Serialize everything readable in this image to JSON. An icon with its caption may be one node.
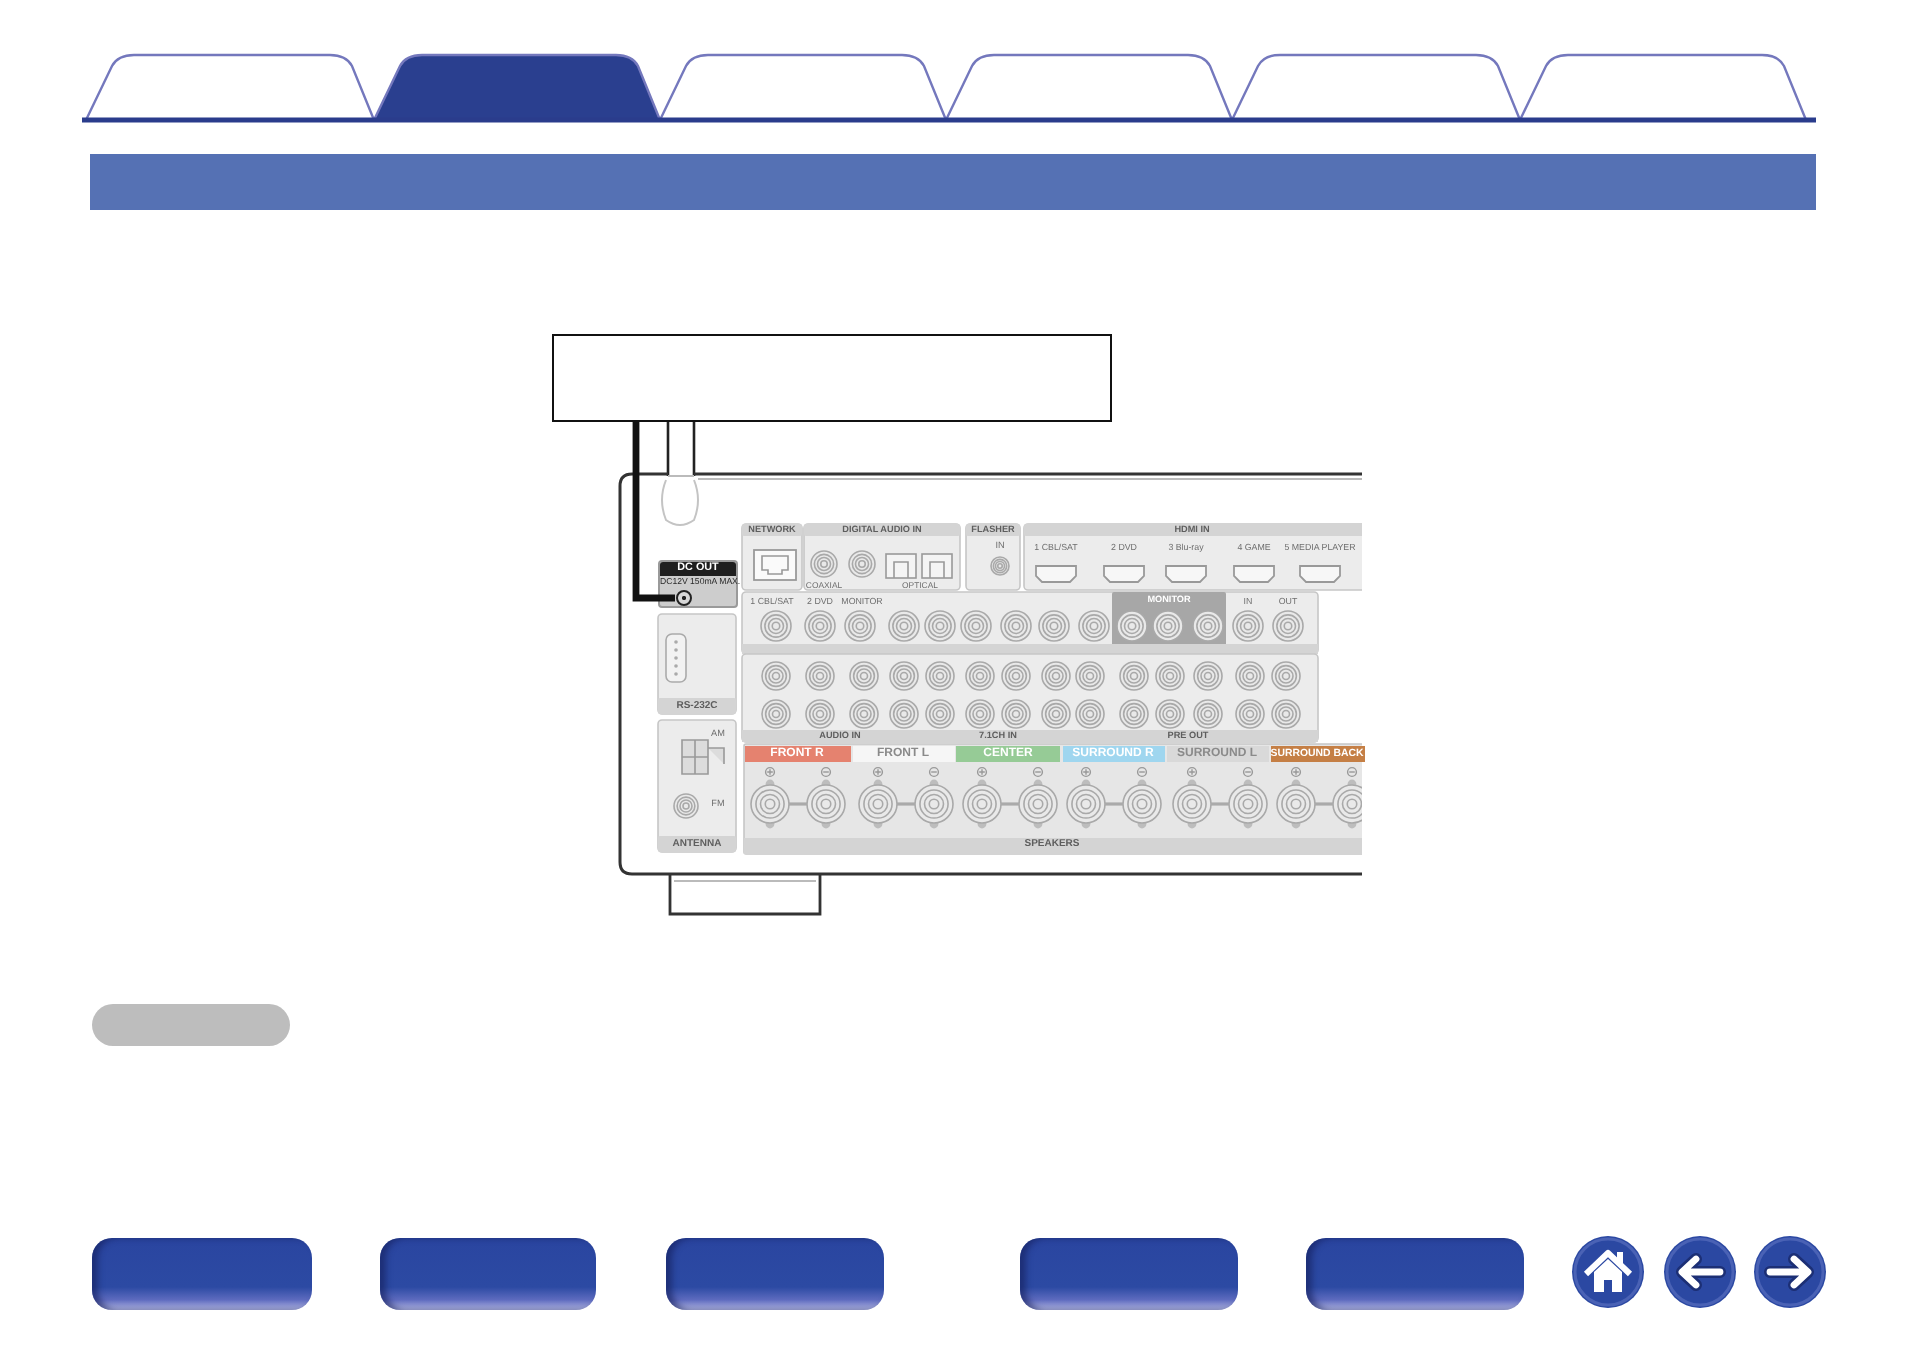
{
  "diagram": {
    "nodes": [
      {
        "text": [],
        "shape": "box"
      },
      {
        "text": [
          "DC OUT",
          "DC12V 150mA MAX."
        ]
      },
      {
        "text": [],
        "shape": "circle",
        "in": 1
      },
      {
        "text": [],
        "shape": "box"
      }
    ],
    "edges": [
      {
        "from": 0,
        "to": 2,
        "arrow": "none"
      }
    ],
    "labels": [
      "NETWORK",
      "DIGITAL AUDIO IN",
      "FLASHER",
      "HDMI IN",
      "IN",
      "1 CBL/SAT",
      "2 DVD",
      "3 Blu-ray",
      "4 GAME",
      "5 MEDIA PLAYER",
      "COAXIAL",
      "OPTICAL",
      "1 CBL/SAT",
      "2 DVD",
      "MONITOR",
      "MONITOR",
      "IN",
      "OUT",
      "AUDIO IN",
      "7.1CH IN",
      "PRE OUT",
      "RS-232C",
      "AM",
      "FM",
      "FRONT R",
      "FRONT L",
      "CENTER",
      "SURROUND R",
      "SURROUND L",
      "SURROUND BACK",
      "ANTENNA",
      "SPEAKERS"
    ]
  }
}
